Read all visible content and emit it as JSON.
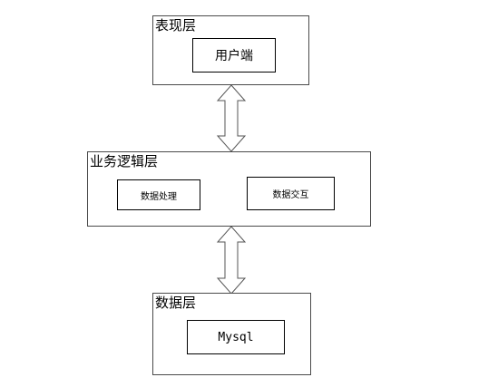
{
  "presentation_layer": {
    "title": "表现层",
    "client_box": "用户端"
  },
  "business_layer": {
    "title": "业务逻辑层",
    "data_processing_box": "数据处理",
    "data_exchange_box": "数据交互"
  },
  "data_layer": {
    "title": "数据层",
    "database_box": "Mysql"
  },
  "colors": {
    "border": "#4a4a4a",
    "arrow_stroke": "#555555",
    "arrow_fill": "#ffffff"
  }
}
